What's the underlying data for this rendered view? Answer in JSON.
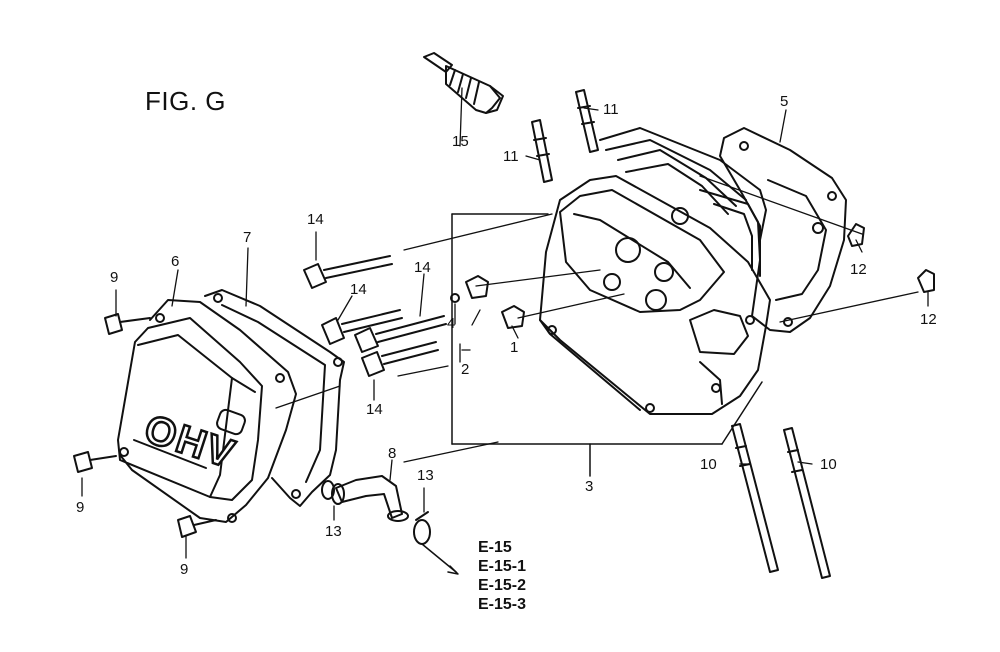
{
  "figure": {
    "title": "FIG. G"
  },
  "callouts": {
    "c1": "1",
    "c2": "2",
    "c3": "3",
    "c4": "4",
    "c5": "5",
    "c6": "6",
    "c7": "7",
    "c8": "8",
    "c9a": "9",
    "c9b": "9",
    "c9c": "9",
    "c10a": "10",
    "c10b": "10",
    "c11a": "11",
    "c11b": "11",
    "c12a": "12",
    "c12b": "12",
    "c13a": "13",
    "c13b": "13",
    "c14a": "14",
    "c14b": "14",
    "c14c": "14",
    "c14d": "14",
    "c15": "15"
  },
  "references": [
    "E-15",
    "E-15-1",
    "E-15-2",
    "E-15-3"
  ],
  "emboss": "OHV"
}
